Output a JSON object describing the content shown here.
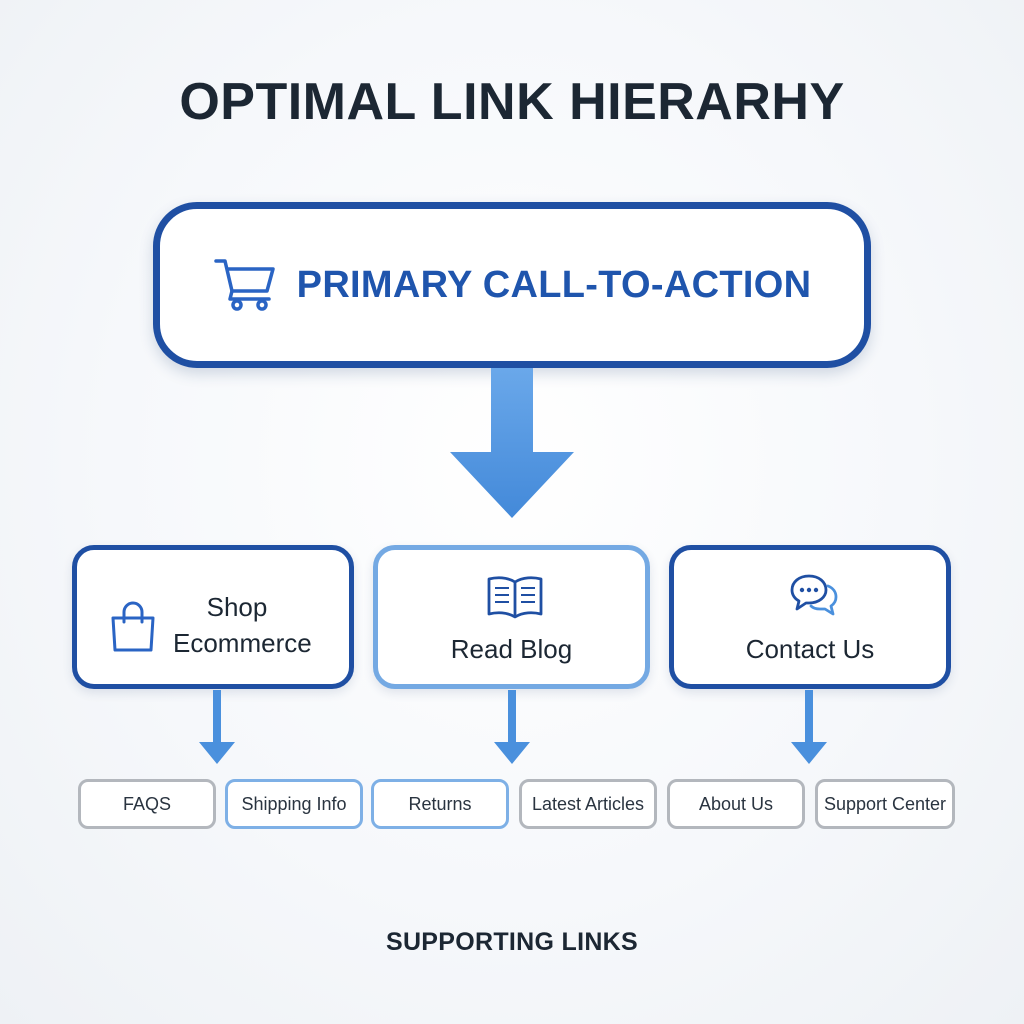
{
  "title": "OPTIMAL LINK HIERARHY",
  "primary": {
    "label": "PRIMARY CALL-TO-ACTION",
    "icon": "shopping-cart-icon"
  },
  "secondary": [
    {
      "lines": [
        "Shop",
        "Ecommerce"
      ],
      "icon": "shopping-bag-icon"
    },
    {
      "label": "Read Blog",
      "icon": "open-book-icon"
    },
    {
      "label": "Contact Us",
      "icon": "chat-bubbles-icon"
    }
  ],
  "supporting": [
    {
      "label": "FAQS"
    },
    {
      "label": "Shipping Info"
    },
    {
      "label": "Returns"
    },
    {
      "label": "Latest Articles"
    },
    {
      "label": "About Us"
    },
    {
      "label": "Support Center"
    }
  ],
  "footer": "SUPPORTING LINKS",
  "colors": {
    "dark_blue": "#1f4fa3",
    "light_blue": "#74a9e3",
    "arrow_blue": "#4a90dd",
    "gray_border": "#b3b7bd",
    "text": "#1c2733"
  }
}
